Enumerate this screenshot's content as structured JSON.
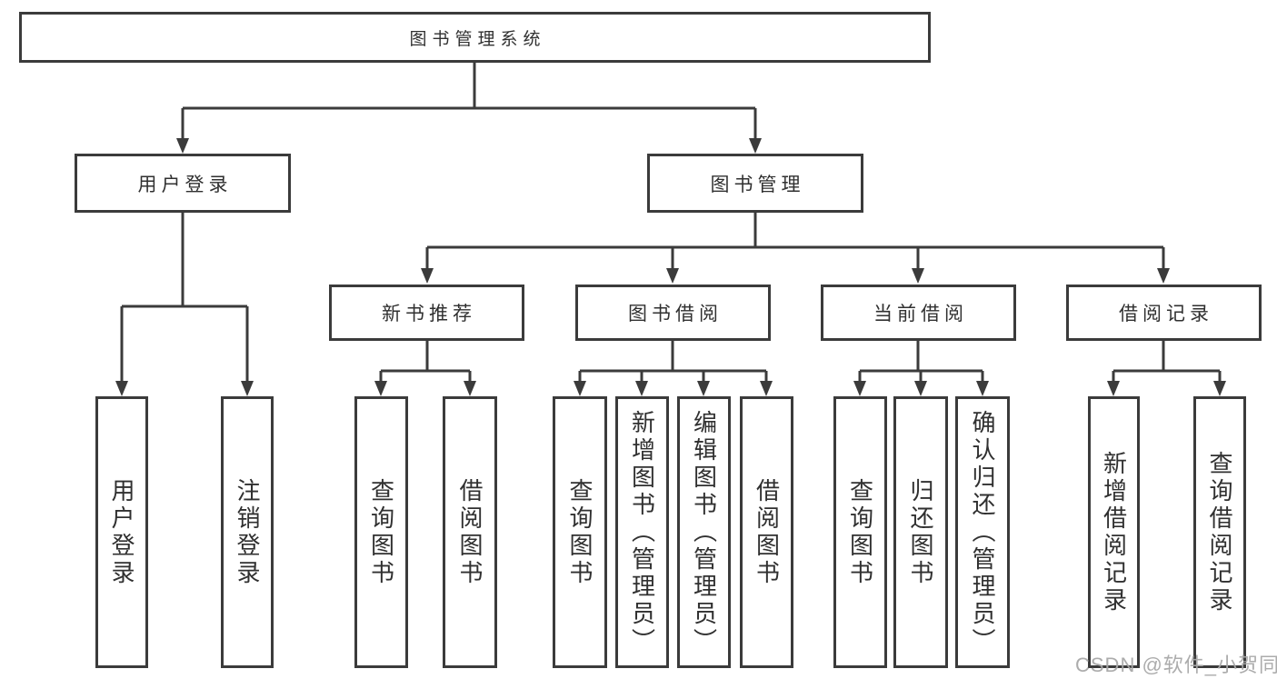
{
  "diagram": {
    "type": "hierarchy-tree",
    "root": {
      "label": "图书管理系统"
    },
    "level2": [
      {
        "id": "user-login",
        "label": "用户登录"
      },
      {
        "id": "book-management",
        "label": "图书管理"
      }
    ],
    "level3": [
      {
        "id": "new-book-recommend",
        "label": "新书推荐",
        "parent": "图书管理"
      },
      {
        "id": "book-borrow",
        "label": "图书借阅",
        "parent": "图书管理"
      },
      {
        "id": "current-borrow",
        "label": "当前借阅",
        "parent": "图书管理"
      },
      {
        "id": "borrow-records",
        "label": "借阅记录",
        "parent": "图书管理"
      }
    ],
    "leaves": [
      {
        "id": "user-login-leaf",
        "label": "用户登录",
        "parent": "用户登录"
      },
      {
        "id": "logout",
        "label": "注销登录",
        "parent": "用户登录"
      },
      {
        "id": "query-books-1",
        "label": "查询图书",
        "parent": "新书推荐"
      },
      {
        "id": "borrow-books-1",
        "label": "借阅图书",
        "parent": "新书推荐"
      },
      {
        "id": "query-books-2",
        "label": "查询图书",
        "parent": "图书借阅"
      },
      {
        "id": "add-book-admin",
        "label": "新增图书（管理员）",
        "parent": "图书借阅"
      },
      {
        "id": "edit-book-admin",
        "label": "编辑图书（管理员）",
        "parent": "图书借阅"
      },
      {
        "id": "borrow-books-2",
        "label": "借阅图书",
        "parent": "图书借阅"
      },
      {
        "id": "query-books-3",
        "label": "查询图书",
        "parent": "当前借阅"
      },
      {
        "id": "return-book",
        "label": "归还图书",
        "parent": "当前借阅"
      },
      {
        "id": "confirm-return-admin",
        "label": "确认归还（管理员）",
        "parent": "当前借阅"
      },
      {
        "id": "add-borrow-record",
        "label": "新增借阅记录",
        "parent": "借阅记录"
      },
      {
        "id": "query-borrow-record",
        "label": "查询借阅记录",
        "parent": "借阅记录"
      }
    ]
  },
  "watermark": {
    "text": "CSDN @软件_小贺同学",
    "color": "#a8a8a8"
  },
  "colors": {
    "line": "#3b3b3b",
    "border": "#3b3b3b",
    "text": "#303030",
    "background": "#ffffff"
  }
}
